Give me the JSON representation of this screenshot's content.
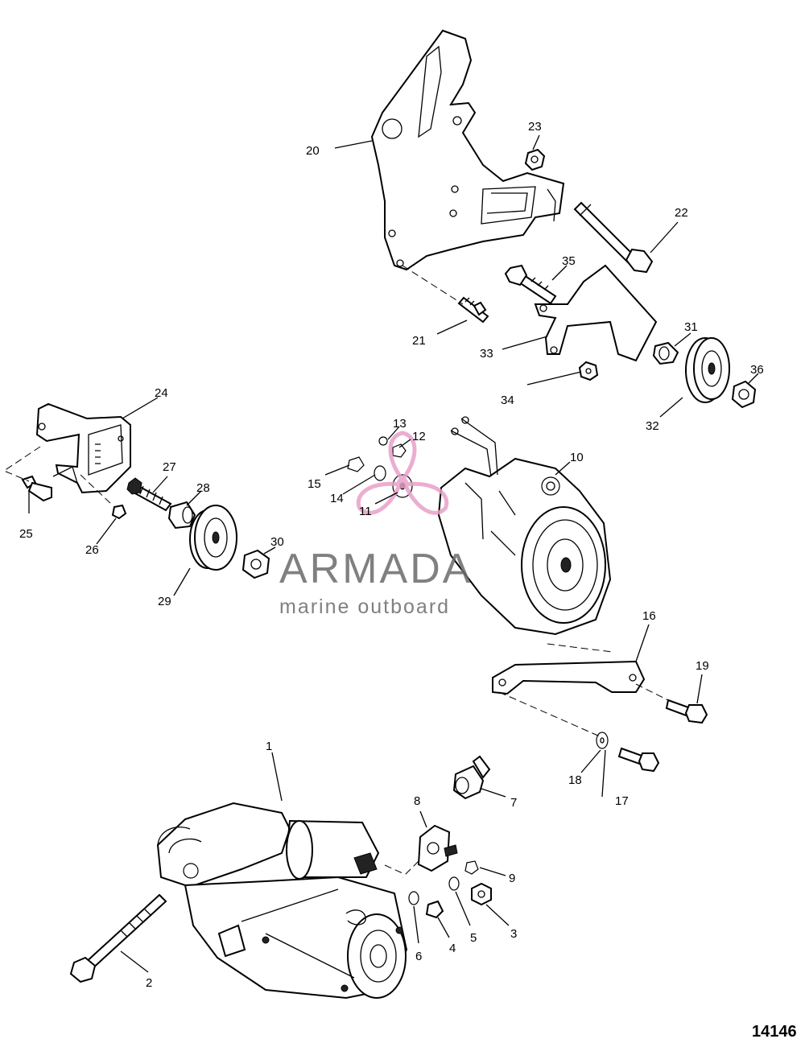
{
  "figure_number": "14146",
  "callouts": {
    "c1": "1",
    "c2": "2",
    "c3": "3",
    "c4": "4",
    "c5": "5",
    "c6": "6",
    "c7": "7",
    "c8": "8",
    "c9": "9",
    "c10": "10",
    "c11": "11",
    "c12": "12",
    "c13": "13",
    "c14": "14",
    "c15": "15",
    "c16": "16",
    "c17": "17",
    "c18": "18",
    "c19": "19",
    "c20": "20",
    "c21": "21",
    "c22": "22",
    "c23": "23",
    "c24": "24",
    "c25": "25",
    "c26": "26",
    "c27": "27",
    "c28": "28",
    "c29": "29",
    "c30": "30",
    "c31": "31",
    "c32": "32",
    "c33": "33",
    "c34": "34",
    "c35": "35",
    "c36": "36"
  },
  "watermark": {
    "title": "ARMADA",
    "subtitle": "marine outboard",
    "logo_color": "#e8a0c8",
    "text_color": "#6a6a6a"
  }
}
